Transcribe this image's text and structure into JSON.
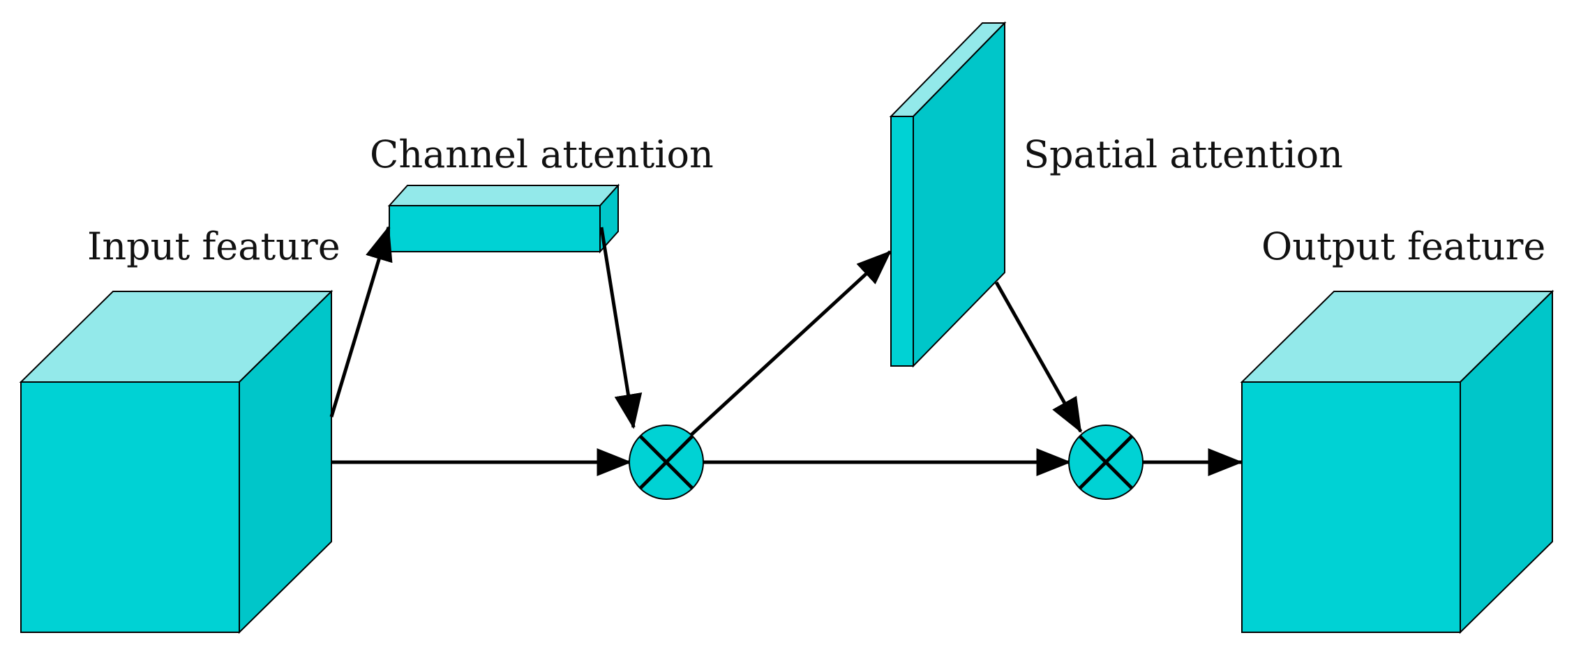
{
  "labels": {
    "input": "Input feature",
    "channel": "Channel attention",
    "spatial": "Spatial attention",
    "output": "Output feature"
  },
  "colors": {
    "front": "#00D2D4",
    "top": "#93E9EA",
    "side": "#00C6C9",
    "stroke": "#000000",
    "background": "#FFFFFF"
  },
  "icons": {
    "multiply": "multiply-icon"
  }
}
